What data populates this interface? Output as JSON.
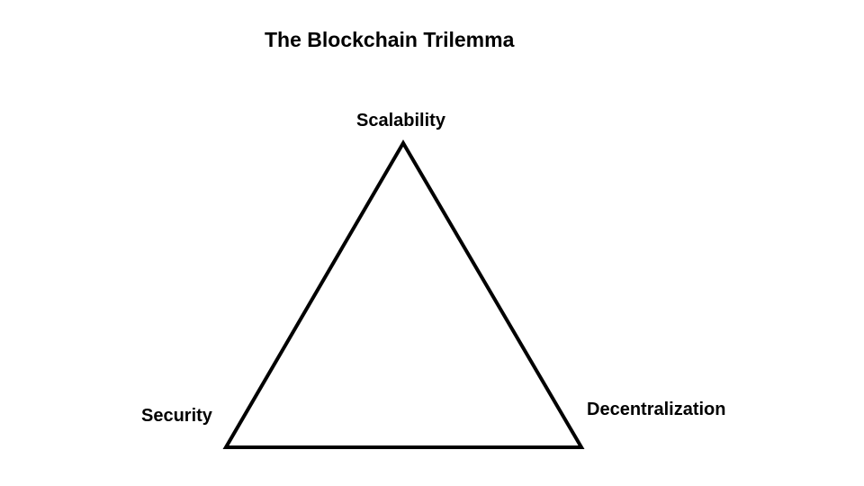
{
  "title": "The Blockchain Trilemma",
  "vertices": {
    "top": "Scalability",
    "left": "Security",
    "right": "Decentralization"
  },
  "colors": {
    "stroke": "#000000",
    "background": "#ffffff"
  }
}
